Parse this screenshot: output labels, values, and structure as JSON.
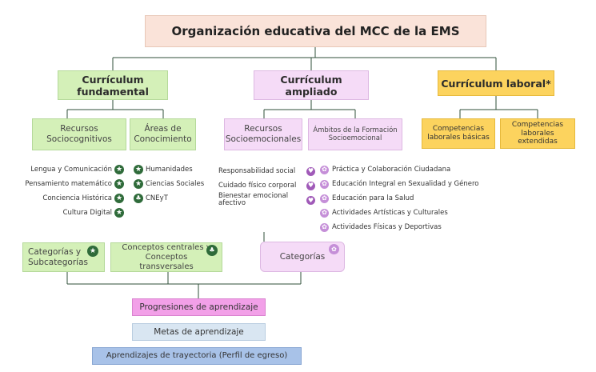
{
  "title": "Organización educativa del MCC de la EMS",
  "curriculum_fundamental": "Currículum fundamental",
  "curriculum_ampliado": "Currículum ampliado",
  "curriculum_laboral": "Currículum  laboral*",
  "recursos_sociocognitivos": "Recursos Sociocognitivos",
  "areas_conocimiento": "Áreas de Conocimiento",
  "recursos_socioemocionales": "Recursos Socioemocionales",
  "ambitos_formacion": "Ámbitos de la Formación Socioemocional",
  "competencias_basicas": "Competencias laborales básicas",
  "competencias_extendidas": "Competencias laborales extendidas",
  "sociocognitivos_items": [
    "Lengua y Comunicación",
    "Pensamiento matemático",
    "Conciencia Histórica",
    "Cultura Digital"
  ],
  "areas_items": [
    "Humanidades",
    "Ciencias Sociales",
    "CNEyT"
  ],
  "socioemocionales_items": [
    "Responsabilidad social",
    "Cuidado físico corporal",
    "Bienestar emocional afectivo"
  ],
  "ambitos_items": [
    "Práctica y Colaboración Ciudadana",
    "Educación Integral en Sexualidad y Género",
    "Educación para la Salud",
    "Actividades Artísticas y Culturales",
    "Actividades Físicas y Deportivas"
  ],
  "categorias_subcategorias": "Categorías y Subcategorías",
  "conceptos": "Conceptos centrales y Conceptos transversales",
  "categorias": "Categorías",
  "progresiones": "Progresiones de aprendizaje",
  "metas": "Metas de aprendizaje",
  "aprendizajes": "Aprendizajes de trayectoria (Perfil de egreso)",
  "colors": {
    "title_bg": "#fae3d9",
    "green": "#d4f0b8",
    "pink": "#f5dbf7",
    "yellow": "#fcd35e",
    "magenta": "#f2a0e8",
    "light_blue": "#d9e6f2",
    "blue": "#a8c2e8",
    "dark_green_icon": "#2f6b3a",
    "purple_icon": "#a05ab8"
  },
  "icons": [
    "star-icon",
    "heart-icon",
    "gear-icon",
    "tree-icon"
  ]
}
